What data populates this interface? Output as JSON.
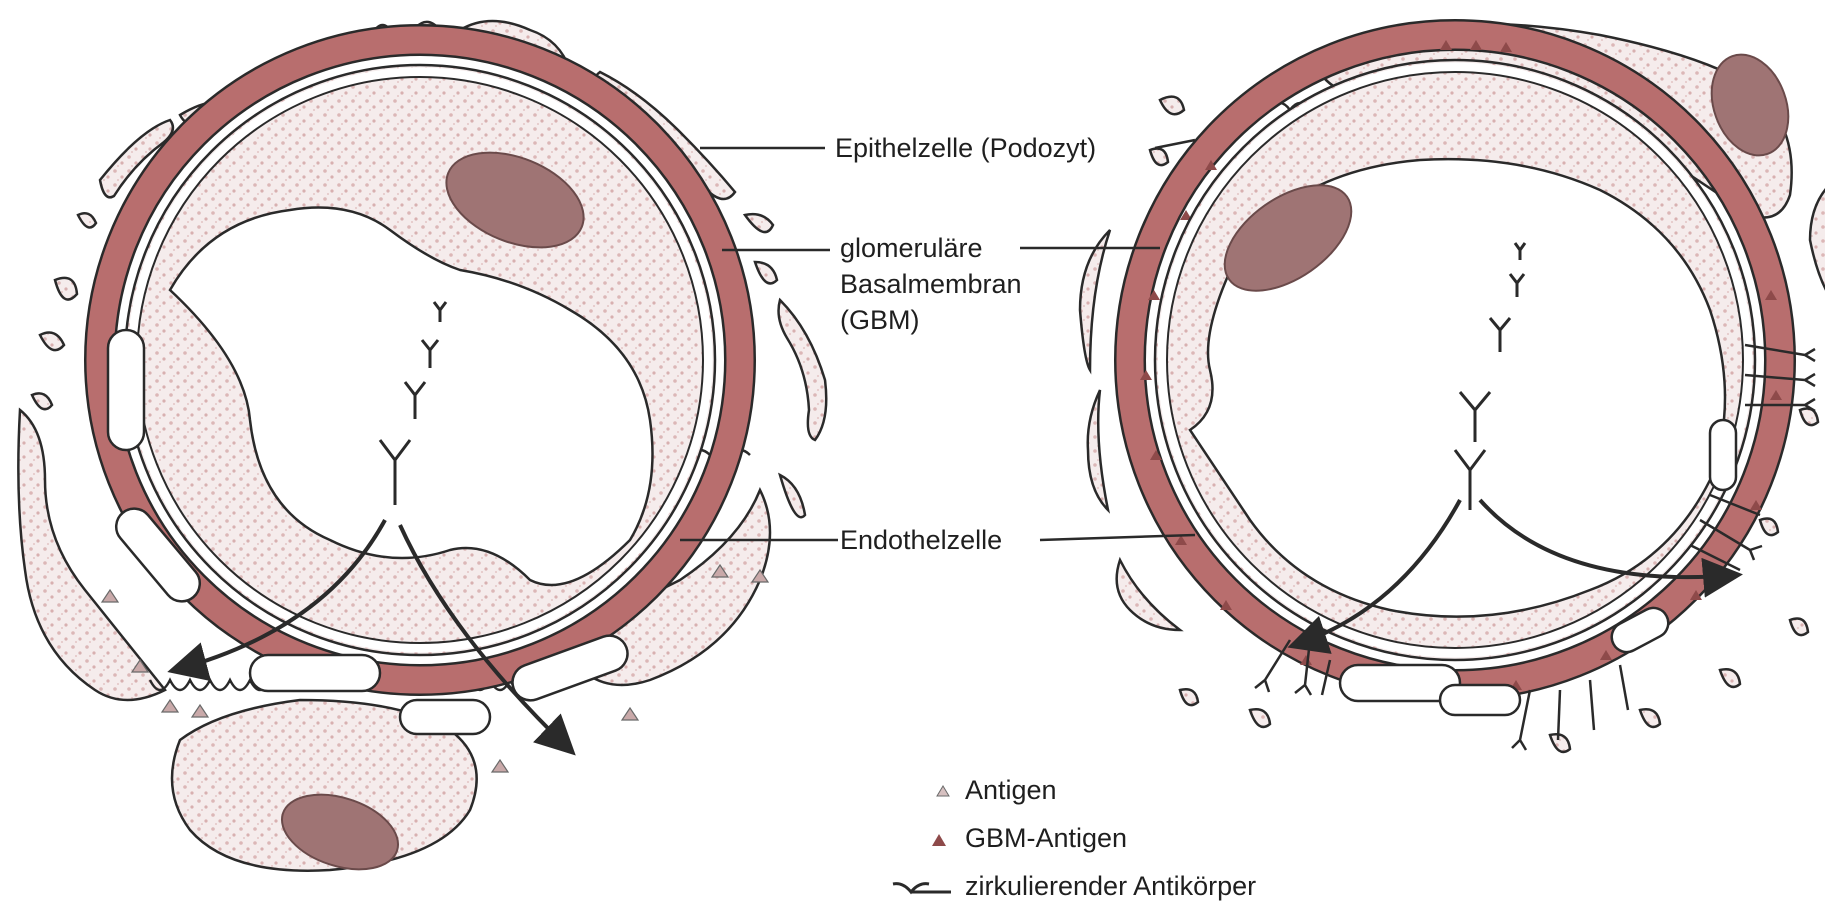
{
  "labels": {
    "epithel": "Epithelzelle (Podozyt)",
    "gbm_line1": "glomeruläre",
    "gbm_line2": "Basalmembran",
    "gbm_line3": "(GBM)",
    "endothel": "Endothelzelle"
  },
  "legend": {
    "antigen": "Antigen",
    "gbm_antigen": "GBM-Antigen",
    "antibody": "zirkulierender Antikörper"
  },
  "colors": {
    "gbm": "#b86e6e",
    "gbm_dark": "#8e4a4a",
    "stipple_bg": "#f5ecec",
    "stipple_dot": "#dcb7b7",
    "nucleus": "#9f7474",
    "line": "#2a2a2a"
  }
}
